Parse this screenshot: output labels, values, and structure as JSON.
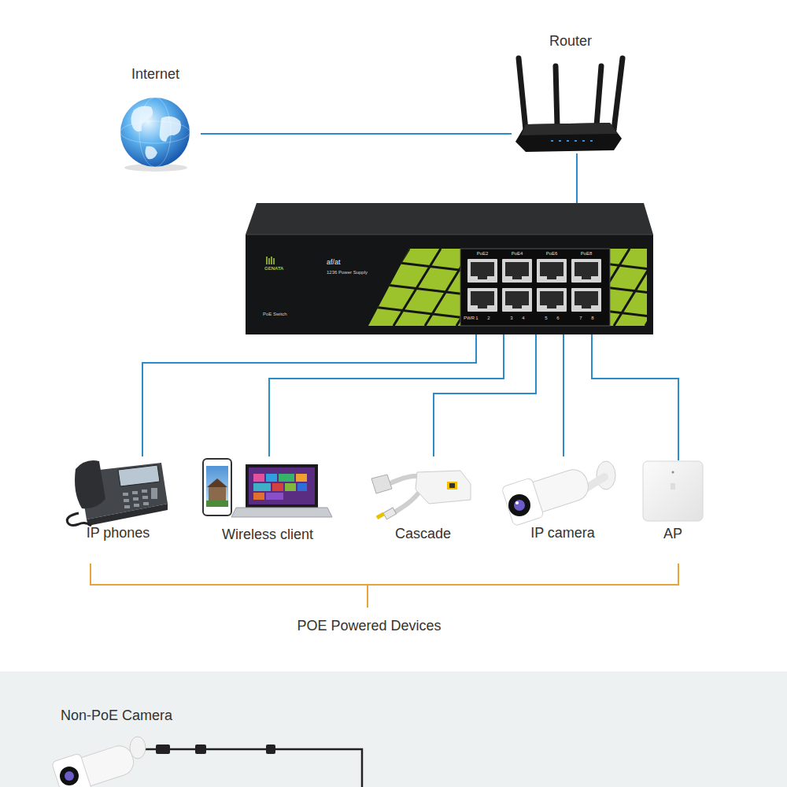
{
  "diagram": {
    "nodes": [
      {
        "text": [
          "Internet"
        ]
      },
      {
        "text": [
          "Router"
        ]
      },
      {
        "text": [
          "GENATA",
          "af/at",
          "1236 Power Supply",
          "PoE Switch"
        ]
      },
      {
        "text": [
          "IP phones"
        ]
      },
      {
        "text": [
          "Wireless client"
        ]
      },
      {
        "text": [
          "Cascade"
        ]
      },
      {
        "text": [
          "IP camera"
        ]
      },
      {
        "text": [
          "AP"
        ]
      },
      {
        "text": [
          "Non-PoE Camera"
        ]
      }
    ],
    "edges": [
      {
        "from": 0,
        "to": 1,
        "arrow": "none"
      },
      {
        "from": 1,
        "to": 2,
        "arrow": "none"
      },
      {
        "from": 2,
        "to": 3,
        "arrow": "none"
      },
      {
        "from": 2,
        "to": 4,
        "arrow": "none"
      },
      {
        "from": 2,
        "to": 5,
        "arrow": "none"
      },
      {
        "from": 2,
        "to": 6,
        "arrow": "none"
      },
      {
        "from": 2,
        "to": 7,
        "arrow": "none"
      }
    ],
    "labels": [
      "PoE2",
      "PoE4",
      "PoE6",
      "PoE8",
      "PWR",
      "1",
      "2",
      "3",
      "4",
      "5",
      "6",
      "7",
      "8",
      "POE Powered Devices"
    ]
  }
}
